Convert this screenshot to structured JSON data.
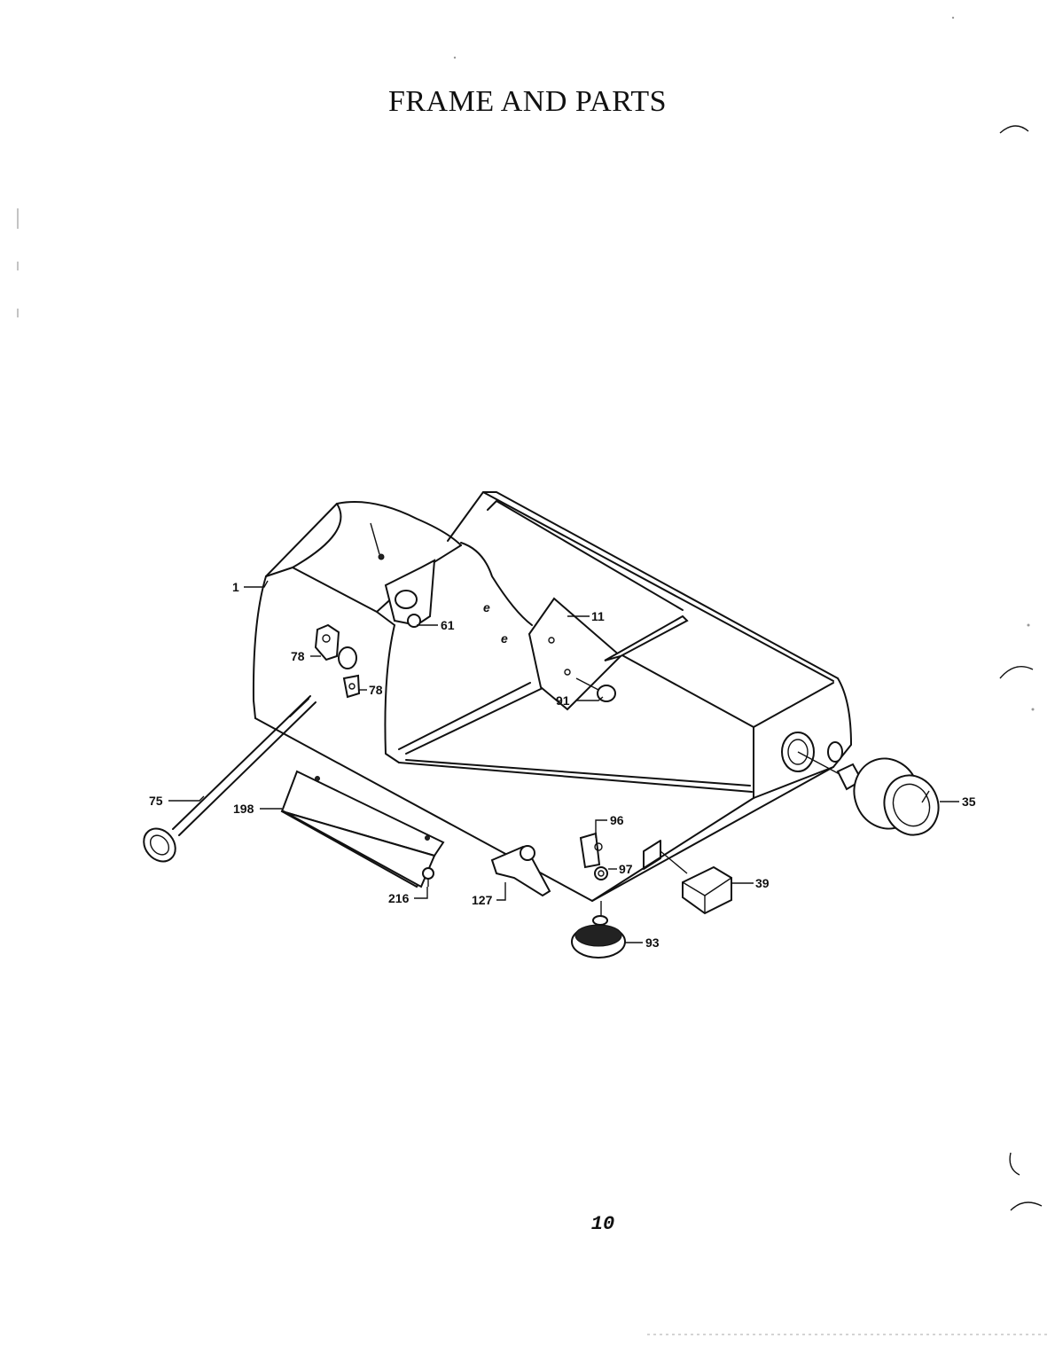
{
  "page": {
    "title": "FRAME AND PARTS",
    "page_number": "10"
  },
  "callouts": [
    {
      "id": "1",
      "label": "1"
    },
    {
      "id": "61",
      "label": "61"
    },
    {
      "id": "11",
      "label": "11"
    },
    {
      "id": "78a",
      "label": "78"
    },
    {
      "id": "78b",
      "label": "78"
    },
    {
      "id": "91",
      "label": "91"
    },
    {
      "id": "75",
      "label": "75"
    },
    {
      "id": "198",
      "label": "198"
    },
    {
      "id": "216",
      "label": "216"
    },
    {
      "id": "127",
      "label": "127"
    },
    {
      "id": "96",
      "label": "96"
    },
    {
      "id": "97",
      "label": "97"
    },
    {
      "id": "39",
      "label": "39"
    },
    {
      "id": "93",
      "label": "93"
    },
    {
      "id": "35",
      "label": "35"
    }
  ]
}
